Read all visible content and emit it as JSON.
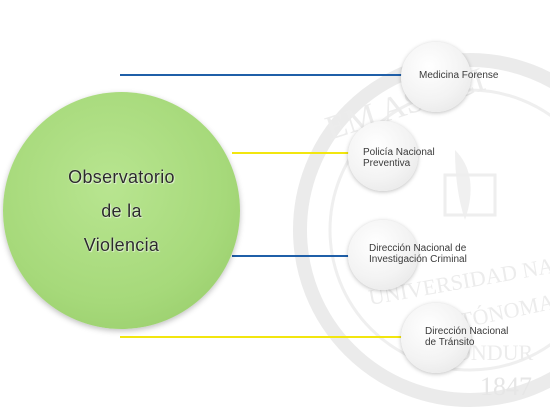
{
  "hub": {
    "title_lines": [
      "Observatorio",
      "de la",
      "Violencia"
    ],
    "color": "#a6d97a"
  },
  "nodes": [
    {
      "lines": [
        "Medicina Forense"
      ],
      "connector_color": "#1f5fa8"
    },
    {
      "lines": [
        "Policía Nacional",
        "Preventiva"
      ],
      "connector_color": "#f2e60f"
    },
    {
      "lines": [
        "Dirección Nacional de",
        "Investigación Criminal"
      ],
      "connector_color": "#1f5fa8"
    },
    {
      "lines": [
        "Dirección Nacional",
        "de Tránsito"
      ],
      "connector_color": "#f2e60f"
    }
  ],
  "watermark": {
    "texts": [
      "EM ASPICI",
      "UNIVERSIDAD NAC",
      "AUTÓNOMA",
      "ONDUR",
      "1847"
    ]
  }
}
